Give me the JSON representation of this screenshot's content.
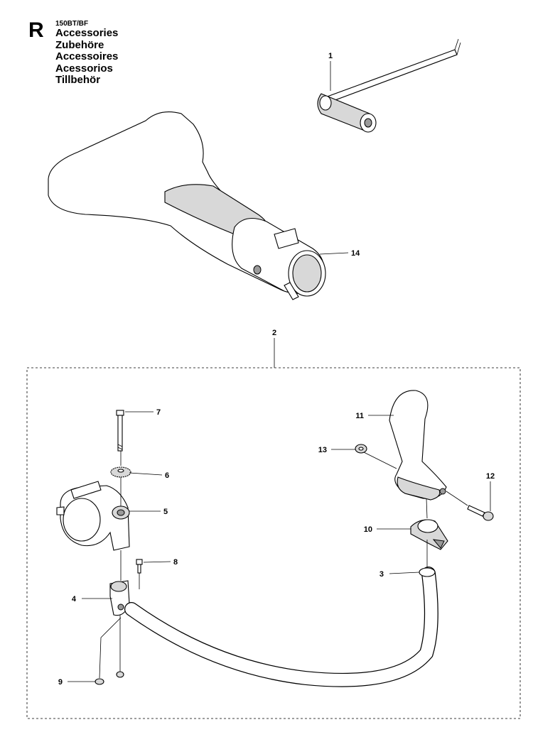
{
  "header": {
    "section_letter": "R",
    "model": "150BT/BF",
    "titles": [
      "Accessories",
      "Zubehöre",
      "Accessoires",
      "Acessorios",
      "Tillbehör"
    ]
  },
  "callouts": {
    "c1": "1",
    "c2": "2",
    "c3": "3",
    "c4": "4",
    "c5": "5",
    "c6": "6",
    "c7": "7",
    "c8": "8",
    "c9": "9",
    "c10": "10",
    "c11": "11",
    "c12": "12",
    "c13": "13",
    "c14": "14"
  }
}
